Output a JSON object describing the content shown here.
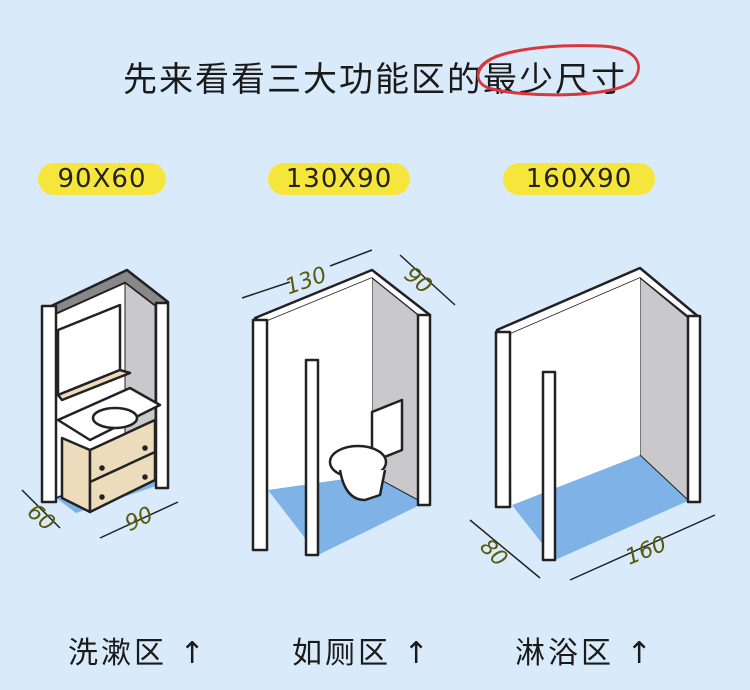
{
  "title": {
    "prefix": "先来看看三大功能区的",
    "highlight": "最少尺寸"
  },
  "zones": [
    {
      "size": "90X60",
      "label": "洗漱区",
      "arrow": "↑",
      "dims": [
        "60",
        "90"
      ]
    },
    {
      "size": "130X90",
      "label": "如厕区",
      "arrow": "↑",
      "dims": [
        "130",
        "90"
      ]
    },
    {
      "size": "160X90",
      "label": "淋浴区",
      "arrow": "↑",
      "dims": [
        "80",
        "160"
      ]
    }
  ],
  "colors": {
    "background": "#d9ebfb",
    "pill": "#f6e63c",
    "floor": "#7fb3e8",
    "circle": "#d9363e",
    "cabinet": "#ecdcbc"
  }
}
